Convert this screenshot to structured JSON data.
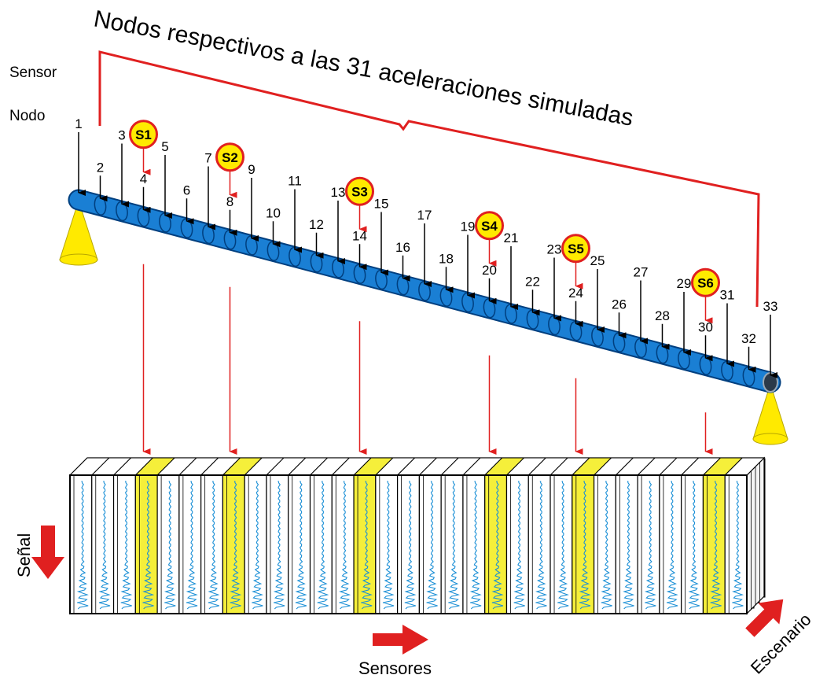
{
  "title": "Nodos respectivos a las 31 aceleraciones simuladas",
  "row_labels": {
    "sensor": "Sensor",
    "node": "Nodo"
  },
  "nodes": [
    "1",
    "2",
    "3",
    "4",
    "5",
    "6",
    "7",
    "8",
    "9",
    "10",
    "11",
    "12",
    "13",
    "14",
    "15",
    "16",
    "17",
    "18",
    "19",
    "20",
    "21",
    "22",
    "23",
    "24",
    "25",
    "26",
    "27",
    "28",
    "29",
    "30",
    "31",
    "32",
    "33"
  ],
  "sensors": [
    {
      "label": "S1",
      "node": "4"
    },
    {
      "label": "S2",
      "node": "8"
    },
    {
      "label": "S3",
      "node": "14"
    },
    {
      "label": "S4",
      "node": "20"
    },
    {
      "label": "S5",
      "node": "24"
    },
    {
      "label": "S6",
      "node": "30"
    }
  ],
  "axes": {
    "signal": "Señal",
    "sensors": "Sensores",
    "scenario": "Escenario"
  },
  "colors": {
    "beam": "#1a7fd4",
    "beam_outline": "#003f7f",
    "support": "#ffea00",
    "sensor_fill": "#ffea00",
    "sensor_ring": "#e02020",
    "red": "#e02020",
    "highlight_column": "#f5ef3a",
    "wave": "#1a8fd6"
  },
  "icons": {
    "support": "triangle-support-icon",
    "arrow": "red-arrow-icon"
  }
}
